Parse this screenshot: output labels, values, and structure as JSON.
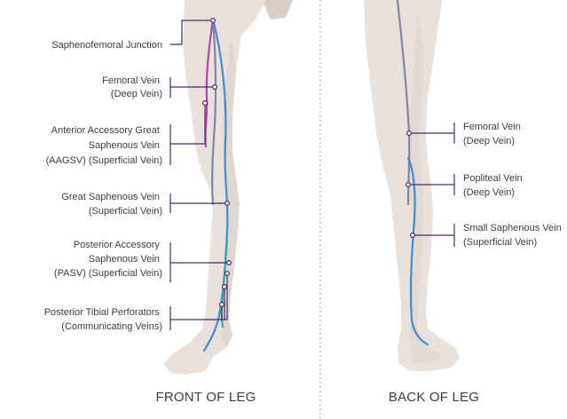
{
  "colors": {
    "skin": "#e9e2dc",
    "skin_shadow": "#d9cfc7",
    "deep_vein": "#7f86a6",
    "superficial_vein": "#3b8fd1",
    "accessory_vein": "#a64ca0",
    "perforator_vein": "#3aa8a0",
    "leader_line": "#4a2a6a",
    "label_text": "#3a3d4a",
    "divider": "#9a9a9a"
  },
  "front": {
    "caption": "FRONT OF LEG",
    "labels": [
      {
        "lines": [
          "Saphenofemoral Junction"
        ]
      },
      {
        "lines": [
          "Femoral Vein",
          "(Deep Vein)"
        ]
      },
      {
        "lines": [
          "Anterior Accessory Great",
          "Saphenous Vein",
          "(AAGSV) (Superficial Vein)"
        ]
      },
      {
        "lines": [
          "Great Saphenous Vein",
          "(Superficial Vein)"
        ]
      },
      {
        "lines": [
          "Posterior Accessory",
          "Saphenous Vein",
          "(PASV) (Superficial Vein)"
        ]
      },
      {
        "lines": [
          "Posterior Tibial Perforators",
          "(Communicating Veins)"
        ]
      }
    ]
  },
  "back": {
    "caption": "BACK OF LEG",
    "labels": [
      {
        "lines": [
          "Femoral Vein",
          "(Deep Vein)"
        ]
      },
      {
        "lines": [
          "Popliteal Vein",
          "(Deep Vein)"
        ]
      },
      {
        "lines": [
          "Small Saphenous Vein",
          "(Superficial Vein)"
        ]
      }
    ]
  }
}
